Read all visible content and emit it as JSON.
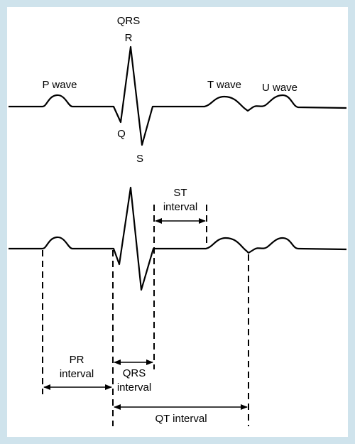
{
  "colors": {
    "background": "#cfe3ec",
    "panel": "#ffffff",
    "ink": "#000000"
  },
  "top_trace": {
    "qrs_label": "QRS",
    "r_label": "R",
    "q_label": "Q",
    "s_label": "S",
    "p_wave_label": "P wave",
    "t_wave_label": "T wave",
    "u_wave_label": "U wave"
  },
  "bottom_trace": {
    "st_interval_line1": "ST",
    "st_interval_line2": "interval",
    "pr_interval_line1": "PR",
    "pr_interval_line2": "interval",
    "qrs_interval_line1": "QRS",
    "qrs_interval_line2": "interval",
    "qt_interval_label": "QT interval"
  }
}
